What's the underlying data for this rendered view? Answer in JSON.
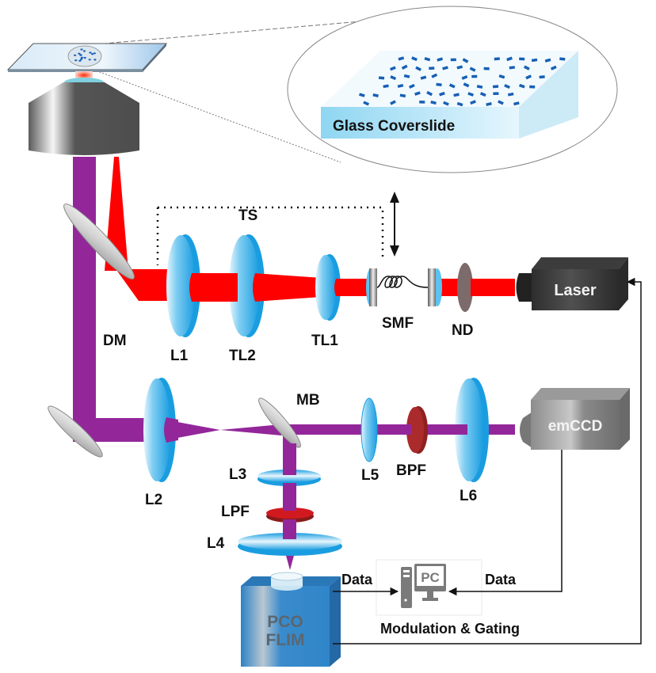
{
  "diagram": {
    "title": "Optical setup schematic",
    "colors": {
      "excitation_beam": "#ff0000",
      "emission_beam": "#93279a",
      "lens": "#1ea3e3",
      "mirror": "#c8c8c8",
      "filter_red": "#a8282a",
      "nd_filter": "#7d6a6a",
      "laser_body": "#3a3a3a",
      "emccd_body": "#8a8a8a",
      "pco_body": "#2f86c9",
      "pc_icon": "#7a7a7a"
    },
    "sample": {
      "inset_label": "Glass Coverslide"
    },
    "components": {
      "translation_stage": "TS",
      "dichroic_mirror": "DM",
      "lens_1": "L1",
      "tube_lens_2": "TL2",
      "tube_lens_1": "TL1",
      "single_mode_fiber": "SMF",
      "neutral_density": "ND",
      "laser": "Laser",
      "movable_beamsplitter": "MB",
      "lens_2": "L2",
      "lens_3": "L3",
      "long_pass_filter": "LPF",
      "lens_4": "L4",
      "lens_5": "L5",
      "band_pass_filter": "BPF",
      "lens_6": "L6",
      "emccd": "emCCD",
      "pco_line1": "PCO",
      "pco_line2": "FLIM",
      "pc": "PC"
    },
    "connections": {
      "data_left": "Data",
      "data_right": "Data",
      "modulation": "Modulation & Gating"
    }
  }
}
